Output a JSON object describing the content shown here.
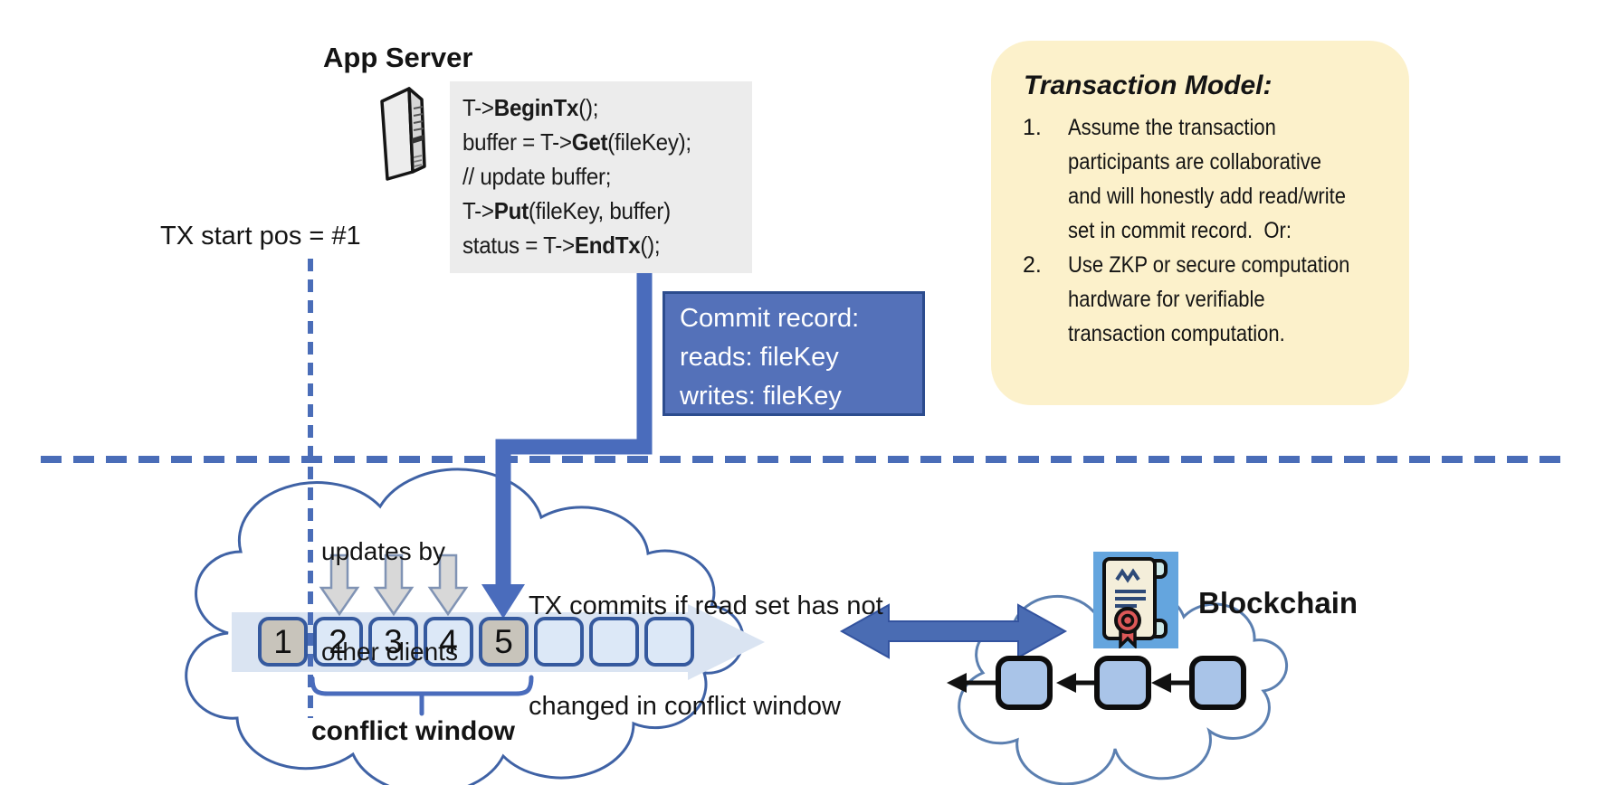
{
  "app_server": {
    "label": "App Server"
  },
  "code_block": {
    "lines": [
      [
        {
          "t": "T->"
        },
        {
          "t": "BeginTx",
          "b": true
        },
        {
          "t": "();"
        }
      ],
      [
        {
          "t": "buffer = T->"
        },
        {
          "t": "Get",
          "b": true
        },
        {
          "t": "(fileKey);"
        }
      ],
      [
        {
          "t": "// update buffer;"
        }
      ],
      [
        {
          "t": "T->"
        },
        {
          "t": "Put",
          "b": true
        },
        {
          "t": "(fileKey, buffer)"
        }
      ],
      [
        {
          "t": "status = T->"
        },
        {
          "t": "EndTx",
          "b": true
        },
        {
          "t": "();"
        }
      ]
    ]
  },
  "tx_start_label": "TX start pos = #1",
  "commit_record": {
    "lines": [
      "Commit record:",
      "reads: fileKey",
      "writes: fileKey"
    ]
  },
  "transaction_model": {
    "title": "Transaction Model:",
    "items": [
      {
        "num": "1.",
        "lines": [
          "Assume the transaction",
          "participants are collaborative",
          "and will honestly add read/write",
          "set in commit record.  Or:"
        ]
      },
      {
        "num": "2.",
        "lines": [
          "Use ZKP or secure computation",
          "hardware for verifiable",
          "transaction computation."
        ]
      }
    ]
  },
  "timeline": {
    "updates_lines": [
      "updates by",
      "other clients"
    ],
    "commit_note_lines": [
      "TX commits if read set has not",
      "changed in conflict window"
    ],
    "slots": [
      {
        "n": "1",
        "gray": true
      },
      {
        "n": "2"
      },
      {
        "n": "3"
      },
      {
        "n": "4"
      },
      {
        "n": "5",
        "gray": true
      },
      {
        "n": ""
      },
      {
        "n": ""
      },
      {
        "n": ""
      }
    ],
    "conflict_window_label": "conflict window"
  },
  "blockchain": {
    "label": "Blockchain",
    "icon": "certificate-scroll-icon",
    "block_count": 3
  },
  "icons": {
    "server": "server-tower-icon"
  },
  "colors": {
    "accent_blue": "#4a6cbc",
    "dashed_blue": "#4a6db8",
    "note_yellow": "#fcf1cb",
    "commit_fill": "#5471b9",
    "commit_border": "#2c4c8e",
    "band_blue": "#dae4f2",
    "slot_blue": "#dce8f7",
    "slot_gray": "#c8c4bb",
    "slot_border": "#35599e",
    "cloud_stroke": "#3f62a5",
    "block_fill": "#a9c4e8",
    "icon_bg": "#64a5de",
    "seal_red": "#dd5858",
    "code_bg": "#ececec",
    "gray_arrow": "#d8d8d8"
  }
}
